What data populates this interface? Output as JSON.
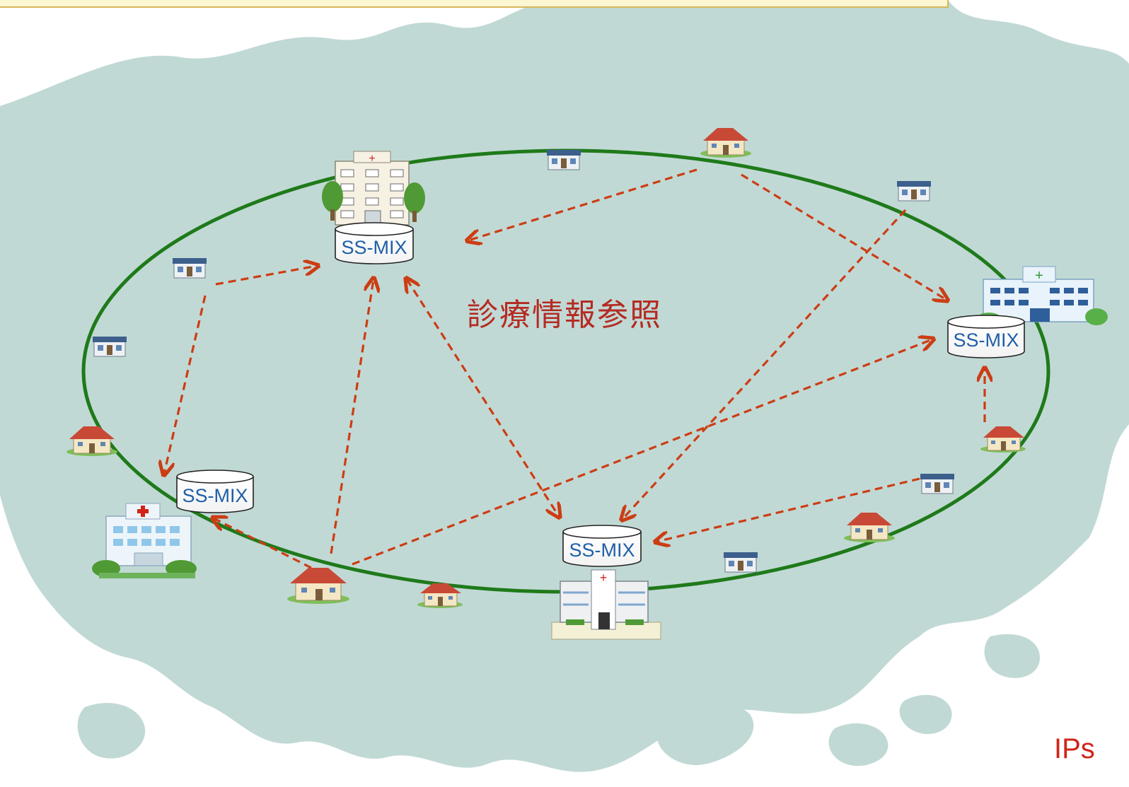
{
  "diagram": {
    "title": "診療情報参照",
    "brand": "IPs",
    "database_label": "SS-MIX",
    "colors": {
      "background": "#ffffff",
      "map_land": "#c1d9d5",
      "ring": "#1f7a1a",
      "arrow": "#cc3d14",
      "title": "#b52a22",
      "db_text": "#1f5fa8",
      "top_bar": "#fdf6d3",
      "top_bar_border": "#d6b65a"
    },
    "nodes": [
      {
        "id": "hospital-north",
        "kind": "hospital-large",
        "has_database": true
      },
      {
        "id": "hospital-east",
        "kind": "hospital-blue",
        "has_database": true
      },
      {
        "id": "hospital-southwest",
        "kind": "hospital-red-cross",
        "has_database": true
      },
      {
        "id": "hospital-south",
        "kind": "hospital-modern",
        "has_database": true
      },
      {
        "id": "clinic-1",
        "kind": "house"
      },
      {
        "id": "clinic-2",
        "kind": "house"
      },
      {
        "id": "clinic-3",
        "kind": "house"
      },
      {
        "id": "clinic-4",
        "kind": "house"
      },
      {
        "id": "clinic-5",
        "kind": "house"
      },
      {
        "id": "clinic-6",
        "kind": "house"
      },
      {
        "id": "shop-1",
        "kind": "small-building"
      },
      {
        "id": "shop-2",
        "kind": "small-building"
      },
      {
        "id": "shop-3",
        "kind": "small-building"
      },
      {
        "id": "shop-4",
        "kind": "small-building"
      },
      {
        "id": "shop-5",
        "kind": "small-building"
      },
      {
        "id": "shop-6",
        "kind": "small-building"
      }
    ]
  }
}
